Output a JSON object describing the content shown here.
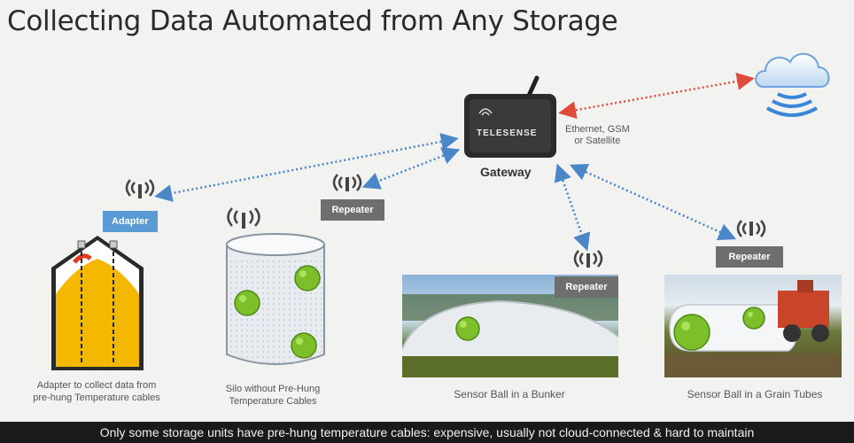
{
  "title": "Collecting Data Automated from Any Storage",
  "gateway": {
    "brand": "TELESENSE",
    "label": "Gateway",
    "connection": [
      "Ethernet, GSM",
      "or Satellite"
    ]
  },
  "tags": {
    "adapter": "Adapter",
    "repeater": "Repeater"
  },
  "captions": {
    "adapter": [
      "Adapter to collect data from",
      "pre-hung Temperature cables"
    ],
    "silo": [
      "Silo without Pre-Hung",
      "Temperature Cables"
    ],
    "bunker": "Sensor Ball  in a Bunker",
    "tube": "Sensor Ball  in a Grain Tubes"
  },
  "footer": "Only some storage units have pre-hung temperature cables: expensive, usually not cloud-connected & hard to maintain",
  "colors": {
    "link_blue": "#4a86c8",
    "link_red": "#e04a3a",
    "ball_green": "#7cbf2a",
    "grain_yellow": "#f5b800"
  }
}
